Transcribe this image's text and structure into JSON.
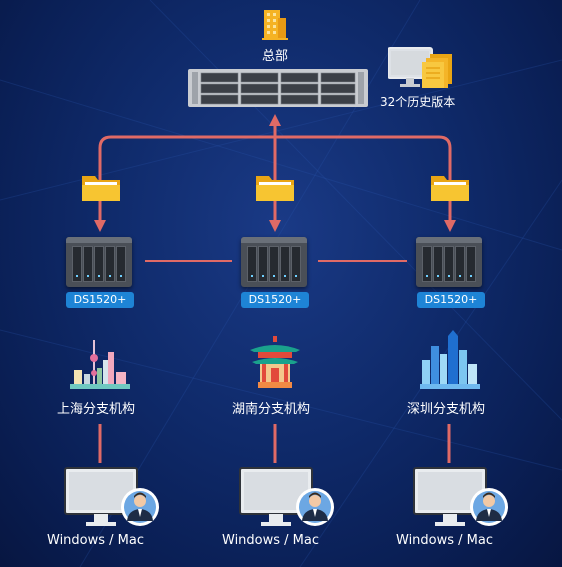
{
  "headquarters": {
    "label": "总部"
  },
  "versions": {
    "label": "32个历史版本"
  },
  "nas_units": [
    {
      "model": "DS1520+"
    },
    {
      "model": "DS1520+"
    },
    {
      "model": "DS1520+"
    }
  ],
  "branches": [
    {
      "name": "上海分支机构"
    },
    {
      "name": "湖南分支机构"
    },
    {
      "name": "深圳分支机构"
    }
  ],
  "clients": [
    {
      "os": "Windows / Mac"
    },
    {
      "os": "Windows / Mac"
    },
    {
      "os": "Windows / Mac"
    }
  ],
  "colors": {
    "connector": "#e06a66",
    "badge": "#1e84d6",
    "folder": "#f7c531",
    "background": "#0f2a6a"
  }
}
